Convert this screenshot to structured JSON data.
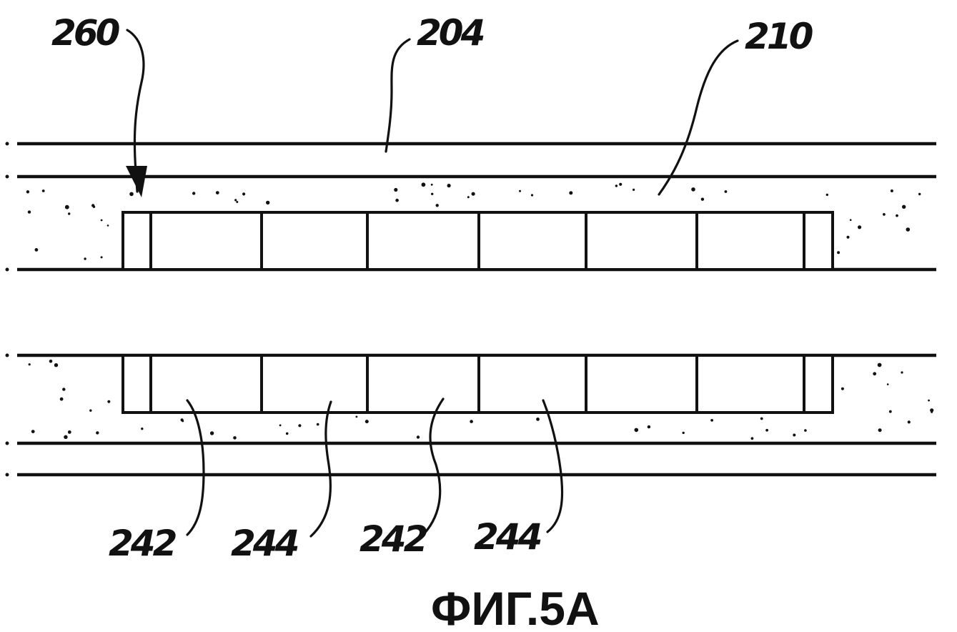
{
  "labels": {
    "ref_260": "260",
    "ref_204": "204",
    "ref_210": "210",
    "ref_242_a": "242",
    "ref_244_a": "244",
    "ref_242_b": "242",
    "ref_244_b": "244"
  },
  "figure_caption": "ФИГ.5A"
}
